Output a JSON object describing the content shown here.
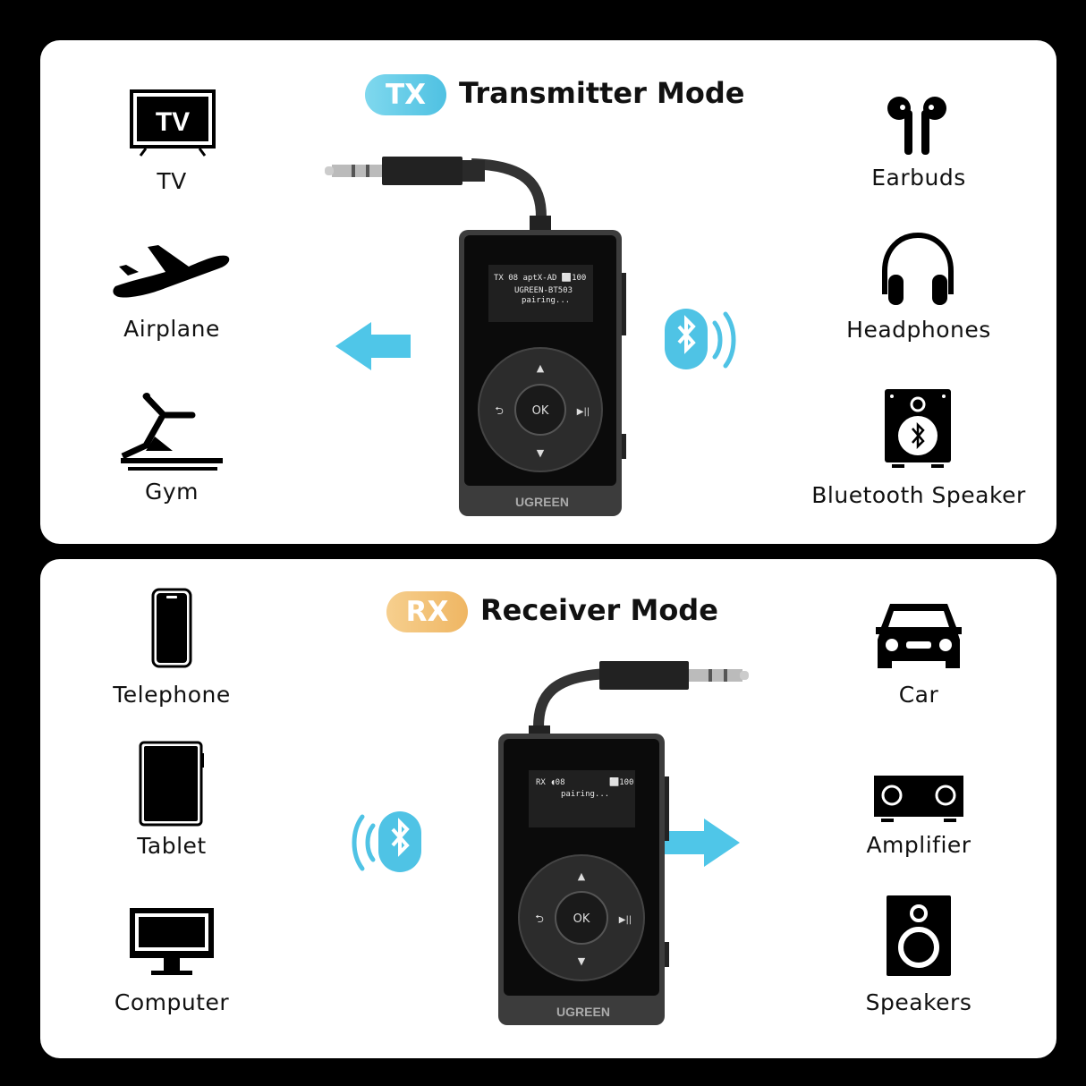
{
  "colors": {
    "tx_accent": "#5dcbe6",
    "rx_accent": "#f3c27c",
    "arrow": "#4fc6e8",
    "bluetooth": "#52c3e5"
  },
  "tx": {
    "badge": "TX",
    "title": "Transmitter Mode",
    "left_devices": [
      {
        "label": "TV",
        "icon": "tv-icon",
        "icon_text": "TV"
      },
      {
        "label": "Airplane",
        "icon": "airplane-icon"
      },
      {
        "label": "Gym",
        "icon": "treadmill-icon"
      }
    ],
    "right_devices": [
      {
        "label": "Earbuds",
        "icon": "earbuds-icon"
      },
      {
        "label": "Headphones",
        "icon": "headphones-icon"
      },
      {
        "label": "Bluetooth Speaker",
        "icon": "bluetooth-speaker-icon"
      }
    ],
    "screen": {
      "line1": "TX  08  aptX-AD  ⬜100",
      "line2": "UGREEN-BT503",
      "line3": "pairing..."
    }
  },
  "rx": {
    "badge": "RX",
    "title": "Receiver Mode",
    "left_devices": [
      {
        "label": "Telephone",
        "icon": "phone-icon"
      },
      {
        "label": "Tablet",
        "icon": "tablet-icon"
      },
      {
        "label": "Computer",
        "icon": "computer-icon"
      }
    ],
    "right_devices": [
      {
        "label": "Car",
        "icon": "car-icon"
      },
      {
        "label": "Amplifier",
        "icon": "amplifier-icon"
      },
      {
        "label": "Speakers",
        "icon": "speaker-icon"
      }
    ],
    "screen": {
      "line1": "RX ◖08",
      "line1_right": "⬜100",
      "line2": "pairing..."
    }
  },
  "device": {
    "brand": "UGREEN",
    "ok_label": "OK",
    "back_glyph": "⮌",
    "play_glyph": "▶||",
    "up_glyph": "▲",
    "down_glyph": "▼"
  }
}
